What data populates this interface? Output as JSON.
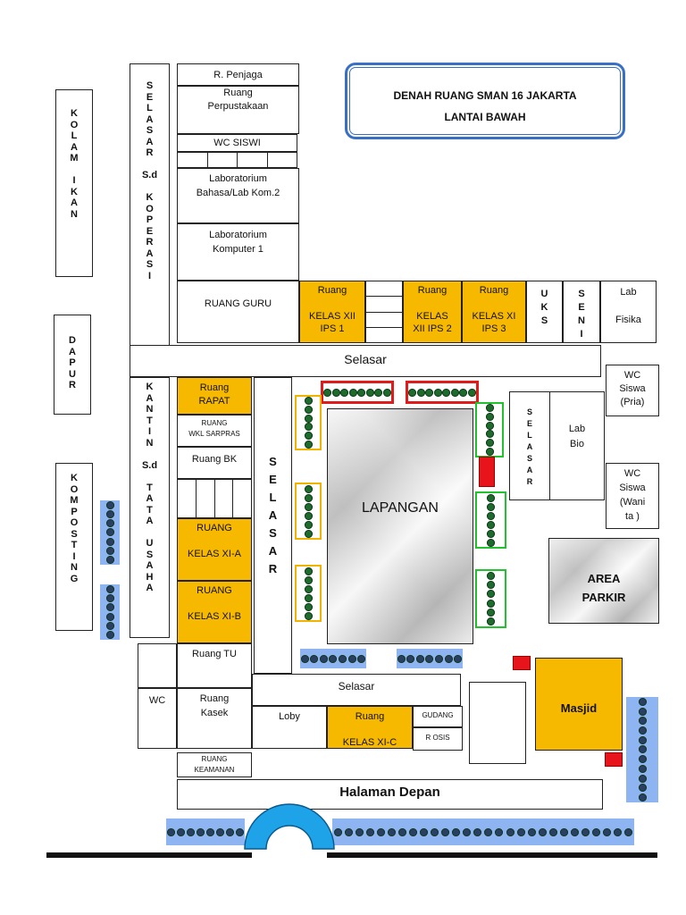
{
  "title": {
    "line1": "DENAH RUANG  SMAN 16 JAKARTA",
    "line2": "LANTAI BAWAH"
  },
  "rooms": {
    "kolam": [
      "K",
      "O",
      "L",
      "A",
      "M",
      "",
      "I",
      "K",
      "A",
      "N"
    ],
    "dapur": [
      "D",
      "A",
      "P",
      "U",
      "R"
    ],
    "komposting": [
      "K",
      "O",
      "M",
      "P",
      "O",
      "S",
      "T",
      "I",
      "N",
      "G"
    ],
    "selasar_koperasi": [
      "S",
      "E",
      "L",
      "A",
      "S",
      "A",
      "R",
      "",
      "S.d",
      "",
      "K",
      "O",
      "P",
      "E",
      "R",
      "A",
      "S",
      "I"
    ],
    "kantin_tu": [
      "K",
      "A",
      "N",
      "T",
      "I",
      "N",
      "",
      "S.d",
      "",
      "T",
      "A",
      "T",
      "A",
      "",
      "U",
      "S",
      "A",
      "H",
      "A"
    ],
    "selasar_mid": [
      "S",
      "E",
      "L",
      "A",
      "S",
      "A",
      "R"
    ],
    "selasar_right": [
      "S",
      "E",
      "L",
      "A",
      "S",
      "A",
      "R"
    ],
    "uks": [
      "U",
      "K",
      "S"
    ],
    "seni": [
      "S",
      "E",
      "N",
      "I"
    ],
    "r_penjaga": "R. Penjaga",
    "perpustakaan_1": "Ruang",
    "perpustakaan_2": "Perpustakaan",
    "wc_siswi": "WC  SISWI",
    "lab_bahasa_1": "Laboratorium",
    "lab_bahasa_2": "Bahasa/Lab Kom.2",
    "lab_komputer_1": "Laboratorium",
    "lab_komputer_2": "Komputer 1",
    "ruang_guru": "RUANG GURU",
    "xii_ips1_1": "Ruang",
    "xii_ips1_2": "KELAS XII",
    "xii_ips1_3": "IPS 1",
    "xii_ips2_1": "Ruang",
    "xii_ips2_2": "KELAS",
    "xii_ips2_3": "XII IPS 2",
    "xi_ips3_1": "Ruang",
    "xi_ips3_2": "KELAS XI",
    "xi_ips3_3": "IPS 3",
    "lab_fisika_1": "Lab",
    "lab_fisika_2": "Fisika",
    "selasar_top": "Selasar",
    "wc_pria_1": "WC",
    "wc_pria_2": "Siswa",
    "wc_pria_3": "(Pria)",
    "rapat_1": "Ruang",
    "rapat_2": "RAPAT",
    "wkl_1": "RUANG",
    "wkl_2": "WKL SARPRAS",
    "ruang_bk": "Ruang BK",
    "lab_bio_1": "Lab",
    "lab_bio_2": "Bio",
    "wc_wanita_1": "WC",
    "wc_wanita_2": "Siswa",
    "wc_wanita_3": "(Wani",
    "wc_wanita_4": "ta )",
    "lapangan": "LAPANGAN",
    "xia_1": "RUANG",
    "xia_2": "KELAS XI-A",
    "xib_1": "RUANG",
    "xib_2": "KELAS XI-B",
    "parkir_1": "AREA",
    "parkir_2": "PARKIR",
    "ruang_tu": "Ruang TU",
    "selasar_bottom": "Selasar",
    "wc": "WC",
    "kasek_1": "Ruang",
    "kasek_2": "Kasek",
    "loby": "Loby",
    "xic_1": "Ruang",
    "xic_2": "KELAS XI-C",
    "gudang": "GUDANG",
    "r_osis": "R OSIS",
    "masjid": "Masjid",
    "keamanan_1": "RUANG",
    "keamanan_2": "KEAMANAN",
    "halaman": "Halaman Depan"
  },
  "colors": {
    "classroom": "#f7b900",
    "title_border": "#3a6fc4",
    "gate": "#1ea3e8",
    "red_marker": "#e8141c",
    "hedge_green": "#22c22e",
    "hedge_orange": "#f0b400",
    "hedge_red": "#e01b1b",
    "tree_strip": "#8fb4f2"
  }
}
